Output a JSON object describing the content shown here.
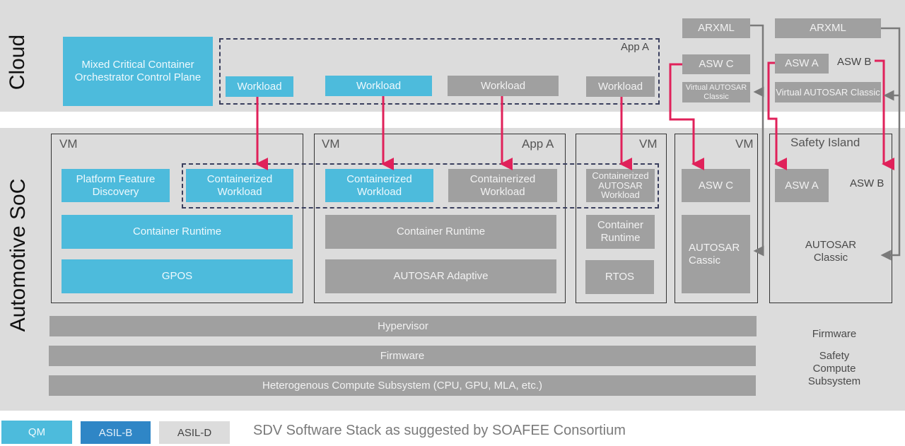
{
  "title": "SDV Software Stack as suggested by SOAFEE Consortium",
  "colors": {
    "qm": "#4dbbdc",
    "asil_b": "#2f86c6",
    "asil_d": "#dcdcdc",
    "arrow": "#e0215a",
    "connector": "#7a7a7a",
    "dashed_group": "#3a3f5e"
  },
  "cloud": {
    "label": "Cloud",
    "orchestrator": "Mixed Critical Container Orchestrator Control Plane",
    "app_group_label": "App A",
    "workloads": [
      {
        "label": "Workload",
        "class": "QM"
      },
      {
        "label": "Workload",
        "class": "QM"
      },
      {
        "label": "Workload",
        "class": "ASIL-D"
      },
      {
        "label": "Workload",
        "class": "ASIL-D"
      }
    ],
    "left_stack": {
      "arxml": "ARXML",
      "asw": "ASW C",
      "virtual": "Virtual AUTOSAR Classic"
    },
    "right_stack": {
      "arxml": "ARXML",
      "asw_a": "ASW A",
      "asw_b": "ASW B",
      "virtual": "Virtual AUTOSAR Classic"
    }
  },
  "soc": {
    "label": "Automotive SoC",
    "vm1": {
      "label": "VM",
      "platform_feature": "Platform Feature Discovery",
      "workload": "Containerized Workload",
      "runtime": "Container Runtime",
      "os": "GPOS"
    },
    "vm2": {
      "label": "VM",
      "app_label": "App A",
      "workload_qm": "Containerized Workload",
      "workload_asil": "Containerized Workload",
      "runtime": "Container Runtime",
      "os": "AUTOSAR Adaptive"
    },
    "vm3": {
      "label": "VM",
      "workload": "Containerized AUTOSAR Workload",
      "runtime": "Container Runtime",
      "os": "RTOS"
    },
    "vm4": {
      "label": "VM",
      "asw": "ASW C",
      "os": "AUTOSAR Cassic"
    },
    "safety_island": {
      "label": "Safety Island",
      "asw_a": "ASW A",
      "asw_b": "ASW B",
      "os": "AUTOSAR Classic"
    },
    "hypervisor": "Hypervisor",
    "firmware": "Firmware",
    "compute": "Heterogenous Compute Subsystem (CPU, GPU, MLA, etc.)",
    "safety_firmware": "Firmware",
    "safety_compute": "Safety Compute Subsystem"
  },
  "legend": [
    {
      "label": "QM",
      "color": "#4dbbdc"
    },
    {
      "label": "ASIL-B",
      "color": "#2f86c6"
    },
    {
      "label": "ASIL-D",
      "color": "#dcdcdc"
    }
  ]
}
